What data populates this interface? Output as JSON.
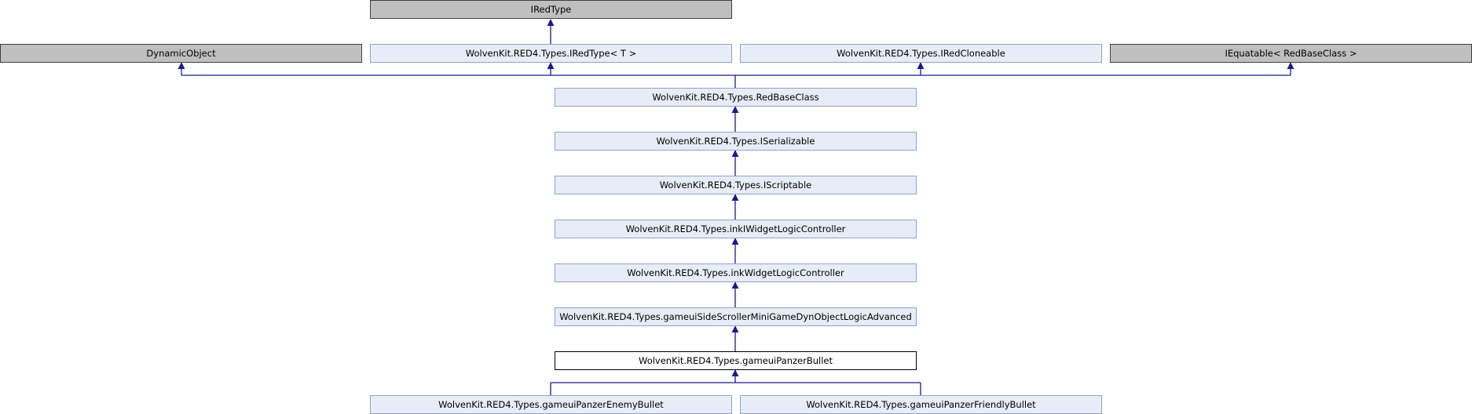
{
  "nodes": {
    "iredtype": "IRedType",
    "dynamic_object": "DynamicObject",
    "iredtype_generic": "WolvenKit.RED4.Types.IRedType< T >",
    "iredcloneable": "WolvenKit.RED4.Types.IRedCloneable",
    "iequatable": "IEquatable< RedBaseClass >",
    "redbaseclass": "WolvenKit.RED4.Types.RedBaseClass",
    "iserializable": "WolvenKit.RED4.Types.ISerializable",
    "iscriptable": "WolvenKit.RED4.Types.IScriptable",
    "inkiwidgetlogiccontroller": "WolvenKit.RED4.Types.inkIWidgetLogicController",
    "inkwidgetlogiccontroller": "WolvenKit.RED4.Types.inkWidgetLogicController",
    "sidescroller": "WolvenKit.RED4.Types.gameuiSideScrollerMiniGameDynObjectLogicAdvanced",
    "panzerbullet": "WolvenKit.RED4.Types.gameuiPanzerBullet",
    "panzerenemybullet": "WolvenKit.RED4.Types.gameuiPanzerEnemyBullet",
    "panzerfriendlybullet": "WolvenKit.RED4.Types.gameuiPanzerFriendlyBullet"
  },
  "colors": {
    "edge": "#1a1a8c",
    "class_fill": "#e8ecf6",
    "class_border": "#8ea3cc",
    "external_fill": "#bfbfbf",
    "current_fill": "#ffffff"
  }
}
